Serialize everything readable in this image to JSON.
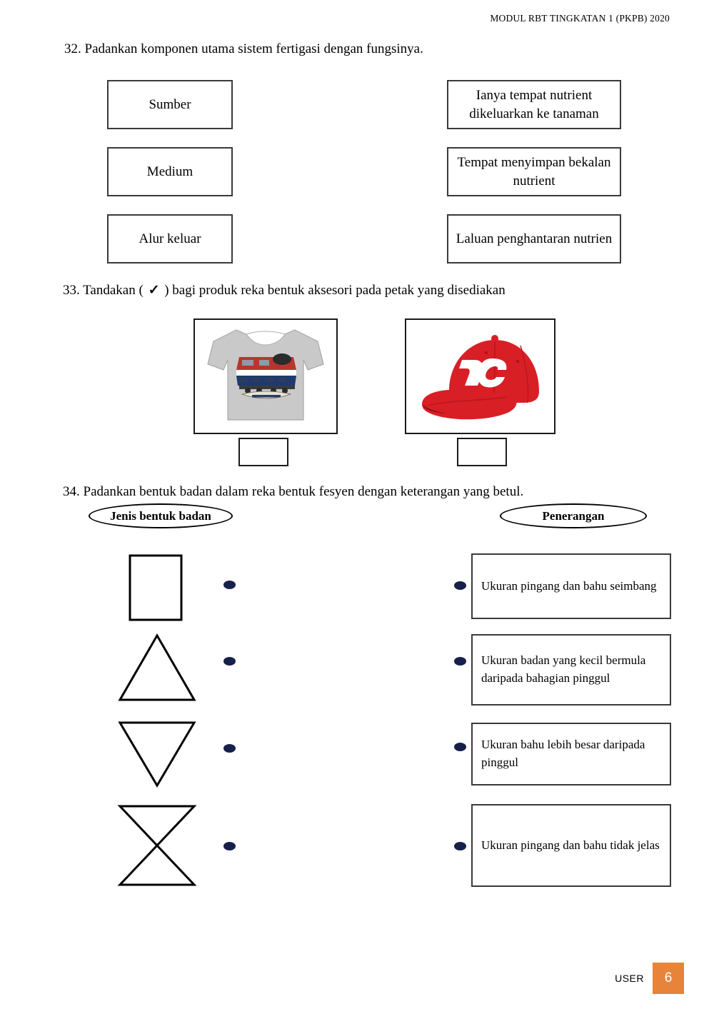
{
  "document": {
    "header": "MODUL RBT TINGKATAN 1 (PKPB) 2020",
    "footer_user": "USER",
    "page_number": "6",
    "page_badge_color": "#E8833A"
  },
  "question32": {
    "number_and_text": "32. Padankan komponen utama sistem fertigasi dengan fungsinya.",
    "left_items": [
      {
        "label": "Sumber"
      },
      {
        "label": "Medium"
      },
      {
        "label": "Alur keluar"
      }
    ],
    "right_items": [
      {
        "label": "Ianya tempat nutrient dikeluarkan ke tanaman"
      },
      {
        "label": "Tempat menyimpan bekalan nutrient"
      },
      {
        "label": "Laluan penghantaran nutrien"
      }
    ]
  },
  "question33": {
    "text_before_tick": "33. Tandakan ( ",
    "tick_symbol": "✓",
    "text_after_tick": " ) bagi produk reka bentuk aksesori pada petak yang disediakan",
    "images": [
      {
        "name": "grey-tshirt-with-train-graphic",
        "alt": "Baju-T kelabu dengan grafik keretapi"
      },
      {
        "name": "red-dc-baseball-cap",
        "alt": "Topi merah dengan logo DC putih"
      }
    ],
    "answer_boxes": [
      {
        "value": ""
      },
      {
        "value": ""
      }
    ]
  },
  "question34": {
    "number_and_text": "34. Padankan bentuk badan dalam reka bentuk fesyen dengan keterangan yang betul.",
    "left_heading": "Jenis bentuk badan",
    "right_heading": "Penerangan",
    "shapes": [
      {
        "name": "rectangle-body-shape"
      },
      {
        "name": "triangle-body-shape"
      },
      {
        "name": "inverted-triangle-body-shape"
      },
      {
        "name": "hourglass-body-shape"
      }
    ],
    "descriptions": [
      {
        "label": "Ukuran pingang dan bahu seimbang"
      },
      {
        "label": "Ukuran badan yang kecil bermula daripada bahagian pinggul"
      },
      {
        "label": "Ukuran bahu lebih besar daripada pinggul"
      },
      {
        "label": "Ukuran pingang dan bahu tidak jelas"
      }
    ]
  }
}
